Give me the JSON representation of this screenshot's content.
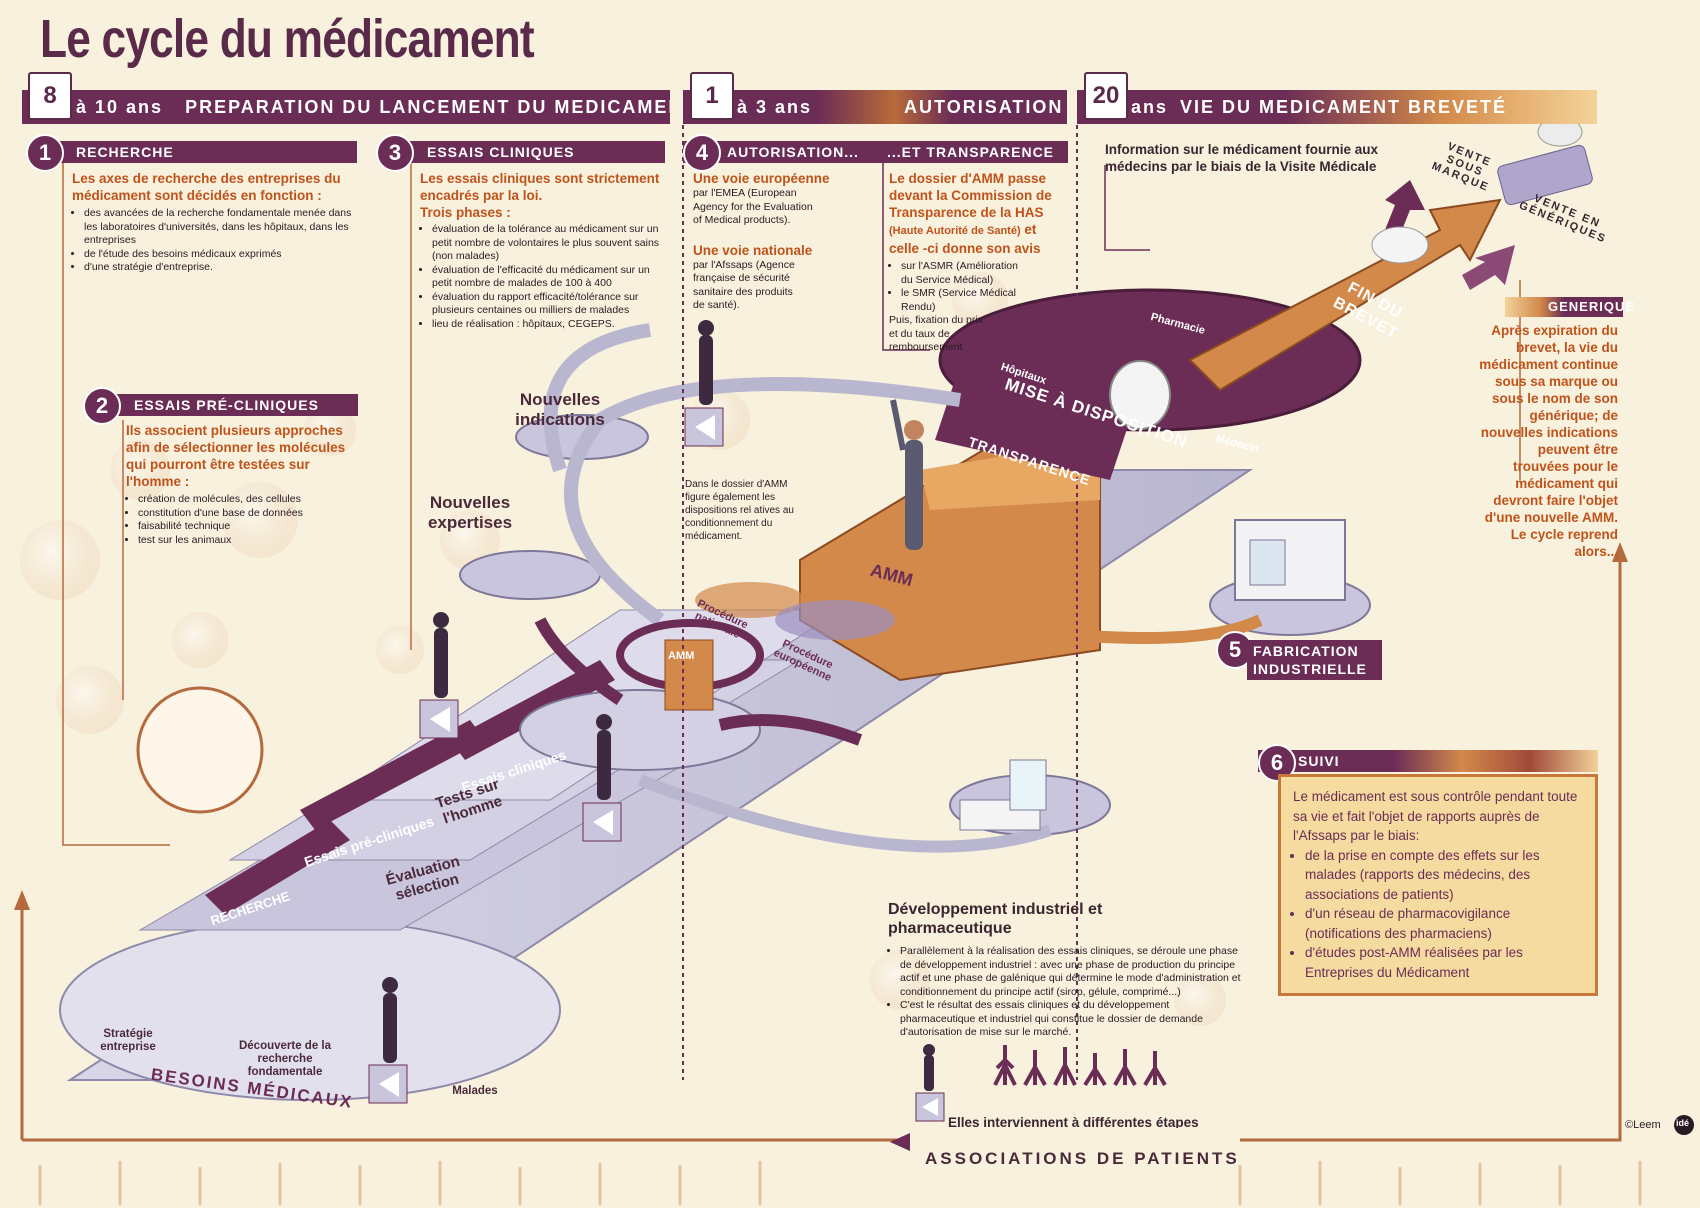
{
  "title": "Le cycle du médicament",
  "phases": [
    {
      "cal": "8",
      "duration": "à 10 ans",
      "label": "PREPARATION DU LANCEMENT DU MEDICAMENT"
    },
    {
      "cal": "1",
      "duration": "à 3 ans",
      "label": "AUTORISATION"
    },
    {
      "cal": "20",
      "duration": "ans",
      "label": "VIE DU MEDICAMENT BREVETÉ"
    }
  ],
  "sections": {
    "recherche": {
      "num": "1",
      "title": "RECHERCHE",
      "lead": "Les axes de recherche des entreprises du médicament sont décidés en fonction :",
      "items": [
        "des avancées de la recherche fondamentale menée dans les laboratoires d'universités, dans les hôpitaux, dans les entreprises",
        "de l'étude des besoins médicaux exprimés",
        "d'une stratégie d'entreprise."
      ]
    },
    "preclin": {
      "num": "2",
      "title": "ESSAIS PRÉ-CLINIQUES",
      "lead": "Ils associent plusieurs approches afin de sélectionner les molécules qui pourront être testées sur l'homme :",
      "items": [
        "création de molécules, des cellules",
        "constitution d'une base de données",
        "faisabilité technique",
        "test sur les animaux"
      ]
    },
    "essais": {
      "num": "3",
      "title": "ESSAIS CLINIQUES",
      "lead": "Les essais cliniques sont strictement encadrés par la loi.",
      "lead2": "Trois phases :",
      "items": [
        "évaluation de la tolérance au médicament sur un petit nombre de volontaires  le plus souvent sains (non malades)",
        "évaluation de l'efficacité du médicament sur un petit nombre de malades de 100 à 400",
        "évaluation du rapport efficacité/tolérance sur plusieurs centaines ou milliers de malades",
        "lieu de réalisation : hôpitaux, CEGEPS."
      ]
    },
    "autorisation": {
      "num": "4",
      "title": "AUTORISATION...",
      "title2": "...ET TRANSPARENCE",
      "euro_head": "Une voie européenne",
      "euro_text": "par l'EMEA (European Agency for the Evaluation of Medical products).",
      "nat_head": "Une voie nationale",
      "nat_text": "par l'Afssaps (Agence française de sécurité sanitaire des produits de santé).",
      "transp_head_a": "Le dossier d'AMM passe devant la Commission de Transparence de la HAS ",
      "transp_head_b": "(Haute Autorité de Santé)",
      "transp_head_c": " et celle -ci donne son avis",
      "transp_items": [
        "sur l'ASMR (Amélioration du Service Médical)",
        "le SMR (Service Médical Rendu)"
      ],
      "transp_tail": "Puis, fixation du prix et du taux de remboursement"
    },
    "fabrication": {
      "num": "5",
      "title": "FABRICATION INDUSTRIELLE"
    },
    "suivi": {
      "num": "6",
      "title": "SUIVI",
      "lead": "Le médicament est sous contrôle pendant toute sa vie et fait l'objet de rapports auprès de l'Afssaps par le biais:",
      "items": [
        "de la prise en compte des effets sur les malades (rapports des médecins, des associations de patients)",
        "d'un réseau de pharmacovigilance (notifications des pharmaciens)",
        "d'études post-AMM réalisées par les Entreprises du Médicament"
      ]
    },
    "generique": {
      "title": "GENERIQUE",
      "text": "Après expiration du brevet, la vie du médicament continue sous sa marque ou sous le nom de son générique; de nouvelles indications peuvent être trouvées pour le médicament qui devront faire l'objet d'une nouvelle AMM. Le cycle reprend alors..."
    }
  },
  "info_visite": "Information sur le médicament fournie aux médecins par le biais de la Visite Médicale",
  "vente_marque": "VENTE SOUS MARQUE",
  "vente_generiques": "VENTE EN GÉNÉRIQUES",
  "fin_brevet": "FIN DU BREVET",
  "mise_dispo": "MISE À DISPOSITION",
  "transparence": "TRANSPARENCE",
  "amm": "AMM",
  "amm_box": "AMM",
  "proc_nationale": "Procédure nationale",
  "proc_europeenne": "Procédure européenne",
  "hopitaux": "Hôpitaux",
  "pharmacie": "Pharmacie",
  "medecin": "Médecin",
  "nouvelles_indications": "Nouvelles indications",
  "nouvelles_expertises": "Nouvelles expertises",
  "dossier_note": "Dans le dossier d'AMM figure également les dispositions rel atives au conditionnement du médicament.",
  "steps": {
    "essais_cliniques": "Essais cliniques",
    "tests_homme": "Tests sur l'homme",
    "essais_precliniques": "Essais pré-cliniques",
    "evaluation": "Évaluation sélection",
    "recherche": "RECHERCHE",
    "besoins": "BESOINS MÉDICAUX",
    "strategie": "Stratégie entreprise",
    "decouverte": "Découverte de la recherche fondamentale",
    "malades": "Malades"
  },
  "dev_indus": {
    "title": "Développement industriel et pharmaceutique",
    "items": [
      "Parallèlement à la réalisation des essais cliniques, se déroule une phase de développement industriel : avec une phase de production du principe actif et une phase de galénique qui détermine le mode d'administration et conditionnement du principe actif (sirop, gélule, comprimé...)",
      "C'est le résultat des essais cliniques et du développement pharmaceutique et industriel qui constitue le dossier de demande d'autorisation de mise sur le marché."
    ]
  },
  "interviennent": "Elles interviennent à différentes étapes",
  "associations": "ASSOCIATIONS DE PATIENTS",
  "copyright": "©Leem",
  "logo": "idé",
  "colors": {
    "plum": "#6b2d55",
    "orange": "#c0531b",
    "ochre": "#d2894a",
    "cream": "#f8f1dd"
  }
}
